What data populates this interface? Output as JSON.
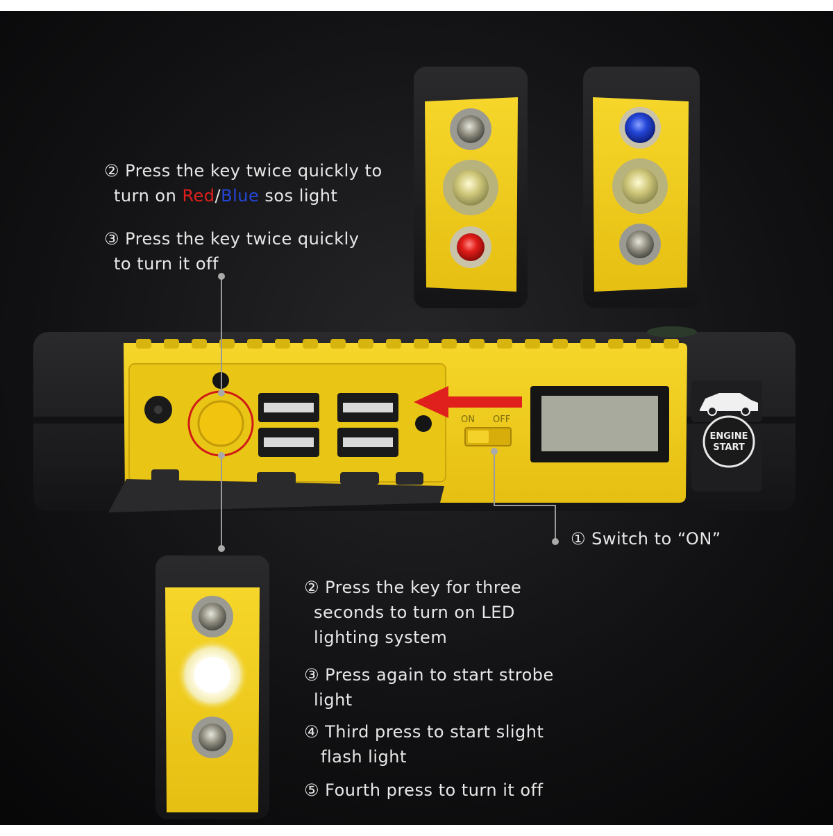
{
  "colors": {
    "background": "#0c0c0e",
    "housing_yellow": "#f2cf1a",
    "housing_black": "#1b1b1d",
    "sos_red": "#e0201c",
    "sos_blue": "#2446d8",
    "arrow_red": "#e0201c",
    "text": "#e8e8e8"
  },
  "captions": {
    "sos_on": {
      "line1": "② Press the key twice quickly to",
      "line2_prefix": "turn on ",
      "red_word": "Red",
      "slash": "/",
      "blue_word": "Blue",
      "line2_suffix": " sos light"
    },
    "sos_off": {
      "line1": "③ Press the key twice quickly",
      "line2": "to turn it off"
    },
    "switch_on": "① Switch to “ON”",
    "led_steps": [
      {
        "line1": "② Press the key for three",
        "line2": "seconds to turn on LED",
        "line3": "lighting system"
      },
      {
        "line1": "③ Press again to start strobe",
        "line2": "light"
      },
      {
        "line1": "④ Third press to start slight",
        "line2": "flash light"
      },
      {
        "line1": "⑤ Fourth press to turn it off"
      }
    ]
  },
  "device": {
    "switch_on_label": "ON",
    "switch_off_label": "OFF",
    "engine_label_line1": "ENGINE",
    "engine_label_line2": "START",
    "icons": [
      "car-icon",
      "red-arrow-icon",
      "power-key-icon",
      "usb-port-icon",
      "lcd-display-icon"
    ]
  }
}
